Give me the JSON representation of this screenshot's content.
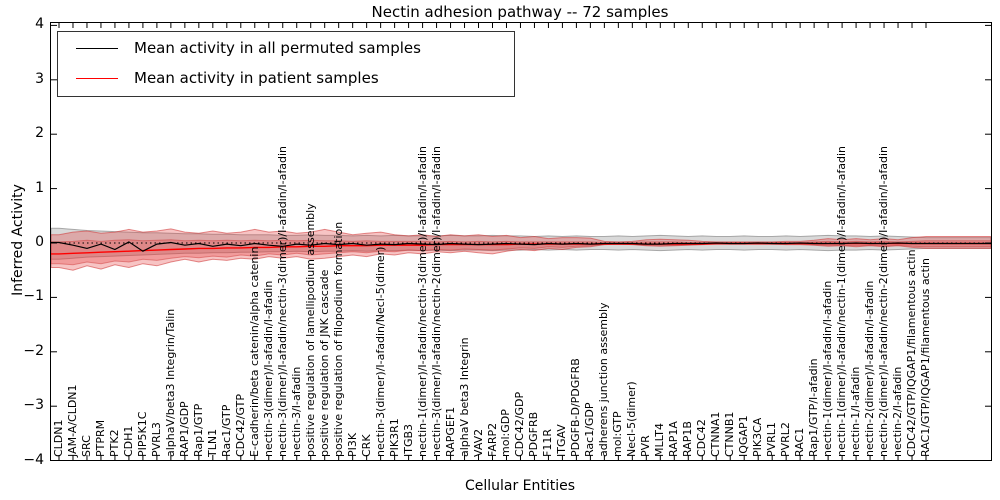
{
  "figure": {
    "title": "Nectin adhesion pathway -- 72 samples",
    "xlabel": "Cellular Entities",
    "ylabel": "Inferred Activity"
  },
  "legend": {
    "items": [
      {
        "label": "Mean activity in all permuted samples",
        "color": "#000000"
      },
      {
        "label": "Mean activity in patient samples",
        "color": "#ff0000"
      }
    ]
  },
  "colors": {
    "permuted_line": "#000000",
    "patient_line": "#ff0000",
    "permuted_band_fill": "rgba(0,0,0,0.15)",
    "permuted_band_edge": "rgba(100,100,100,0.5)",
    "patient_band_fill": "rgba(230,60,60,0.30)",
    "patient_band_edge": "rgba(205,50,50,0.55)",
    "zero_line": "#000000"
  },
  "chart_data": {
    "type": "line",
    "title": "Nectin adhesion pathway -- 72 samples",
    "xlabel": "Cellular Entities",
    "ylabel": "Inferred Activity",
    "ylim": [
      -4,
      4
    ],
    "ytick_values": [
      4,
      3,
      2,
      1,
      0,
      -1,
      -2,
      -3,
      -4
    ],
    "ytick_labels": [
      "4",
      "3",
      "2",
      "1",
      "0",
      "−1",
      "−2",
      "−3",
      "−4"
    ],
    "grid": false,
    "legend_position": "upper-left",
    "zero_reference_line": 0,
    "entities": [
      "CLDN1",
      "JAM-A/CLDN1",
      "SRC",
      "PTPRM",
      "PTK2",
      "CDH1",
      "PIP5K1C",
      "PVRL3",
      "alphaV/beta3 Integrin/Talin",
      "RAP1/GDP",
      "Rap1/GTP",
      "TLN1",
      "Rac1/GTP",
      "CDC42/GTP",
      "E-cadherin/beta catenin/alpha catenin",
      "nectin-3(dimer)/I-afadin/I-afadin",
      "nectin-3(dimer)/I-afadin/nectin-3(dimer)/I-afadin/I-afadin",
      "nectin-3/I-afadin",
      "positive regulation of lamellipodium assembly",
      "positive regulation of JNK cascade",
      "positive regulation of filopodium formation",
      "PI3K",
      "CRK",
      "nectin-3(dimer)/I-afadin/Necl-5(dimer)",
      "PIK3R1",
      "ITGB3",
      "nectin-1(dimer)/I-afadin/nectin-3(dimer)/I-afadin/I-afadin",
      "nectin-3(dimer)/I-afadin/nectin-2(dimer)/I-afadin/I-afadin",
      "RAPGEF1",
      "alphaV beta3 Integrin",
      "VAV2",
      "FARP2",
      "mol:GDP",
      "CDC42/GDP",
      "PDGFRB",
      "F11R",
      "ITGAV",
      "PDGFB-D/PDGFRB",
      "Rac1/GDP",
      "adherens junction assembly",
      "mol:GTP",
      "Necl-5(dimer)",
      "PVR",
      "MLLT4",
      "RAP1A",
      "RAP1B",
      "CDC42",
      "CTNNA1",
      "CTNNB1",
      "IQGAP1",
      "PIK3CA",
      "PVRL1",
      "PVRL2",
      "RAC1",
      "Rap1/GTP/I-afadin",
      "nectin-1(dimer)/I-afadin/I-afadin",
      "nectin-1(dimer)/I-afadin/nectin-1(dimer)/I-afadin/I-afadin",
      "nectin-1/I-afadin",
      "nectin-2(dimer)/I-afadin/I-afadin",
      "nectin-2(dimer)/I-afadin/nectin-2(dimer)/I-afadin/I-afadin",
      "nectin-2/I-afadin",
      "CDC42/GTP/IQGAP1/filamentous actin",
      "RAC1/GTP/IQGAP1/filamentous actin"
    ],
    "series": [
      {
        "name": "Mean activity in all permuted samples",
        "color": "#000000",
        "values": [
          0.01,
          -0.04,
          -0.1,
          -0.02,
          -0.12,
          0.02,
          -0.15,
          -0.02,
          0.01,
          -0.04,
          -0.01,
          -0.06,
          -0.02,
          -0.05,
          -0.01,
          -0.04,
          -0.06,
          -0.02,
          -0.04,
          -0.01,
          -0.03,
          -0.01,
          -0.04,
          -0.02,
          -0.03,
          -0.01,
          -0.02,
          -0.03,
          -0.01,
          -0.02,
          -0.03,
          -0.02,
          -0.01,
          -0.02,
          -0.03,
          -0.01,
          -0.02,
          -0.01,
          -0.02,
          -0.01,
          -0.01,
          -0.01,
          -0.02,
          -0.02,
          -0.01,
          -0.01,
          -0.01,
          0.0,
          -0.01,
          -0.01,
          0.0,
          -0.01,
          -0.01,
          0.0,
          -0.01,
          -0.01,
          -0.01,
          0.0,
          -0.01,
          -0.01,
          0.0,
          -0.01,
          -0.01
        ]
      },
      {
        "name": "Mean activity in patient samples",
        "color": "#ff0000",
        "values": [
          -0.2,
          -0.19,
          -0.18,
          -0.17,
          -0.16,
          -0.15,
          -0.14,
          -0.13,
          -0.12,
          -0.11,
          -0.1,
          -0.1,
          -0.09,
          -0.09,
          -0.08,
          -0.08,
          -0.07,
          -0.07,
          -0.06,
          -0.06,
          -0.05,
          -0.05,
          -0.05,
          -0.04,
          -0.04,
          -0.04,
          -0.04,
          -0.03,
          -0.03,
          -0.03,
          -0.03,
          -0.03,
          -0.03,
          -0.02,
          -0.02,
          -0.02,
          -0.02,
          -0.02,
          -0.02,
          -0.02,
          -0.02,
          -0.02,
          -0.02,
          -0.02,
          -0.02,
          -0.02,
          -0.02,
          -0.01,
          -0.01,
          -0.01,
          -0.01,
          -0.01,
          -0.01,
          -0.01,
          -0.01,
          -0.01,
          -0.01,
          -0.01,
          -0.01,
          -0.01,
          -0.01,
          -0.01,
          -0.01
        ]
      }
    ],
    "bands": [
      {
        "name": "permuted-samples-range",
        "fill": "rgba(0,0,0,0.15)",
        "edge": "rgba(100,100,100,0.5)",
        "upper": [
          0.27,
          0.25,
          0.23,
          0.22,
          0.21,
          0.2,
          0.19,
          0.19,
          0.18,
          0.17,
          0.17,
          0.16,
          0.16,
          0.15,
          0.15,
          0.15,
          0.14,
          0.14,
          0.15,
          0.14,
          0.14,
          0.13,
          0.14,
          0.13,
          0.14,
          0.13,
          0.13,
          0.13,
          0.14,
          0.13,
          0.13,
          0.14,
          0.13,
          0.13,
          0.12,
          0.13,
          0.12,
          0.13,
          0.12,
          0.12,
          0.13,
          0.12,
          0.13,
          0.14,
          0.13,
          0.12,
          0.13,
          0.12,
          0.12,
          0.13,
          0.12,
          0.12,
          0.13,
          0.12,
          0.13,
          0.14,
          0.13,
          0.13,
          0.12,
          0.13,
          0.12,
          0.11,
          0.1
        ],
        "lower": [
          -0.3,
          -0.28,
          -0.26,
          -0.25,
          -0.24,
          -0.23,
          -0.22,
          -0.21,
          -0.2,
          -0.19,
          -0.19,
          -0.18,
          -0.18,
          -0.17,
          -0.17,
          -0.16,
          -0.16,
          -0.15,
          -0.16,
          -0.15,
          -0.15,
          -0.14,
          -0.15,
          -0.14,
          -0.14,
          -0.13,
          -0.14,
          -0.13,
          -0.14,
          -0.13,
          -0.13,
          -0.14,
          -0.13,
          -0.13,
          -0.12,
          -0.13,
          -0.12,
          -0.13,
          -0.12,
          -0.12,
          -0.13,
          -0.12,
          -0.13,
          -0.14,
          -0.13,
          -0.12,
          -0.13,
          -0.12,
          -0.12,
          -0.13,
          -0.12,
          -0.12,
          -0.13,
          -0.12,
          -0.13,
          -0.14,
          -0.13,
          -0.13,
          -0.12,
          -0.13,
          -0.12,
          -0.11,
          -0.1
        ]
      },
      {
        "name": "patient-samples-range-outer",
        "fill": "rgba(230,60,60,0.30)",
        "edge": "rgba(205,50,50,0.55)",
        "upper": [
          0.15,
          0.2,
          0.22,
          0.18,
          0.2,
          0.25,
          0.2,
          0.22,
          0.26,
          0.2,
          0.18,
          0.22,
          0.18,
          0.2,
          0.25,
          0.2,
          0.22,
          0.18,
          0.2,
          0.25,
          0.2,
          0.15,
          0.18,
          0.2,
          0.15,
          0.13,
          0.15,
          0.12,
          0.15,
          0.13,
          0.15,
          0.12,
          0.14,
          0.1,
          0.12,
          0.08,
          0.1,
          0.1,
          0.09,
          0.03,
          0.02,
          0.03,
          0.06,
          0.07,
          0.06,
          0.05,
          0.03,
          0.02,
          0.02,
          0.02,
          0.02,
          0.02,
          0.03,
          0.03,
          0.05,
          0.08,
          0.06,
          0.08,
          0.06,
          0.08,
          0.06,
          0.1,
          0.12
        ],
        "lower": [
          -0.45,
          -0.5,
          -0.42,
          -0.48,
          -0.4,
          -0.45,
          -0.38,
          -0.42,
          -0.35,
          -0.3,
          -0.35,
          -0.3,
          -0.32,
          -0.28,
          -0.3,
          -0.25,
          -0.28,
          -0.25,
          -0.3,
          -0.28,
          -0.25,
          -0.22,
          -0.25,
          -0.2,
          -0.22,
          -0.18,
          -0.2,
          -0.16,
          -0.18,
          -0.15,
          -0.18,
          -0.2,
          -0.15,
          -0.12,
          -0.14,
          -0.1,
          -0.12,
          -0.08,
          -0.07,
          -0.03,
          -0.02,
          -0.03,
          -0.05,
          -0.06,
          -0.05,
          -0.04,
          -0.03,
          -0.02,
          -0.02,
          -0.02,
          -0.02,
          -0.02,
          -0.03,
          -0.03,
          -0.04,
          -0.06,
          -0.05,
          -0.07,
          -0.05,
          -0.07,
          -0.05,
          -0.08,
          -0.1
        ]
      },
      {
        "name": "patient-samples-range-inner",
        "fill": "rgba(230,60,60,0.30)",
        "edge": "rgba(205,50,50,0.45)",
        "upper": [
          0.02,
          0.03,
          0.05,
          0.03,
          0.05,
          0.06,
          0.04,
          0.05,
          0.06,
          0.04,
          0.05,
          0.04,
          0.05,
          0.04,
          0.05,
          0.04,
          0.05,
          0.04,
          0.05,
          0.04,
          0.04,
          0.03,
          0.04,
          0.03,
          0.03,
          0.03,
          0.03,
          0.02,
          0.03,
          0.02,
          0.03,
          0.02,
          0.03,
          0.02,
          0.02,
          0.02,
          0.02,
          0.02,
          0.02,
          0.01,
          0.01,
          0.01,
          0.02,
          0.02,
          0.02,
          0.01,
          0.01,
          0.01,
          0.01,
          0.01,
          0.01,
          0.01,
          0.01,
          0.01,
          0.02,
          0.03,
          0.02,
          0.03,
          0.02,
          0.03,
          0.02,
          0.03,
          0.04
        ],
        "lower": [
          -0.38,
          -0.4,
          -0.35,
          -0.38,
          -0.33,
          -0.35,
          -0.3,
          -0.32,
          -0.28,
          -0.25,
          -0.27,
          -0.24,
          -0.26,
          -0.22,
          -0.24,
          -0.2,
          -0.22,
          -0.19,
          -0.22,
          -0.2,
          -0.18,
          -0.16,
          -0.18,
          -0.15,
          -0.16,
          -0.13,
          -0.14,
          -0.12,
          -0.13,
          -0.11,
          -0.12,
          -0.13,
          -0.11,
          -0.09,
          -0.1,
          -0.07,
          -0.08,
          -0.06,
          -0.05,
          -0.02,
          -0.02,
          -0.02,
          -0.04,
          -0.04,
          -0.04,
          -0.03,
          -0.02,
          -0.02,
          -0.02,
          -0.02,
          -0.02,
          -0.02,
          -0.02,
          -0.02,
          -0.03,
          -0.04,
          -0.04,
          -0.05,
          -0.04,
          -0.05,
          -0.04,
          -0.06,
          -0.07
        ]
      }
    ]
  }
}
